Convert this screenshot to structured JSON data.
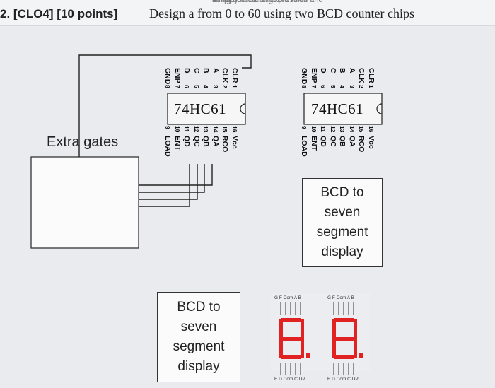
{
  "question": {
    "top_clip": "simplify boolean expression using boolean algebra rules and k-maps.",
    "id": "2. [CLO4] [10 points]",
    "text": "Design a from 0 to 60 using two BCD counter chips"
  },
  "extra_gates_label": "Extra gates",
  "chip_left": {
    "name": "74HC61",
    "left_pins": [
      {
        "num": "1",
        "label": "CLR"
      },
      {
        "num": "2",
        "label": "CLK"
      },
      {
        "num": "3",
        "label": "A"
      },
      {
        "num": "4",
        "label": "B"
      },
      {
        "num": "5",
        "label": "C"
      },
      {
        "num": "6",
        "label": "D"
      },
      {
        "num": "7",
        "label": "ENP"
      },
      {
        "num": "8",
        "label": "GND"
      }
    ],
    "right_pins": [
      {
        "num": "16",
        "label": "Vcc"
      },
      {
        "num": "15",
        "label": "RCO"
      },
      {
        "num": "14",
        "label": "QA"
      },
      {
        "num": "13",
        "label": "QB"
      },
      {
        "num": "12",
        "label": "QC"
      },
      {
        "num": "11",
        "label": "QD"
      },
      {
        "num": "10",
        "label": "ENT"
      },
      {
        "num": "9",
        "label": "LOAD"
      }
    ]
  },
  "chip_right": {
    "name": "74HC61",
    "left_pins": [
      {
        "num": "1",
        "label": "CLR"
      },
      {
        "num": "2",
        "label": "CLK"
      },
      {
        "num": "3",
        "label": "A"
      },
      {
        "num": "4",
        "label": "B"
      },
      {
        "num": "5",
        "label": "C"
      },
      {
        "num": "6",
        "label": "D"
      },
      {
        "num": "7",
        "label": "ENP"
      },
      {
        "num": "8",
        "label": "GND"
      }
    ],
    "right_pins": [
      {
        "num": "16",
        "label": "Vcc"
      },
      {
        "num": "15",
        "label": "RCO"
      },
      {
        "num": "14",
        "label": "QA"
      },
      {
        "num": "13",
        "label": "QB"
      },
      {
        "num": "12",
        "label": "QC"
      },
      {
        "num": "11",
        "label": "QD"
      },
      {
        "num": "10",
        "label": "ENT"
      },
      {
        "num": "9",
        "label": "LOAD"
      }
    ]
  },
  "decoder_right": {
    "lines": [
      "BCD to",
      "seven",
      "segment",
      "display"
    ]
  },
  "decoder_left": {
    "lines": [
      "BCD to",
      "seven",
      "segment",
      "display"
    ]
  },
  "seven_seg": {
    "top_labels": "G F Com A B",
    "bottom_labels": "E D Com C DP",
    "digits": [
      "8.",
      "8."
    ],
    "segment_color": "#e02222"
  }
}
